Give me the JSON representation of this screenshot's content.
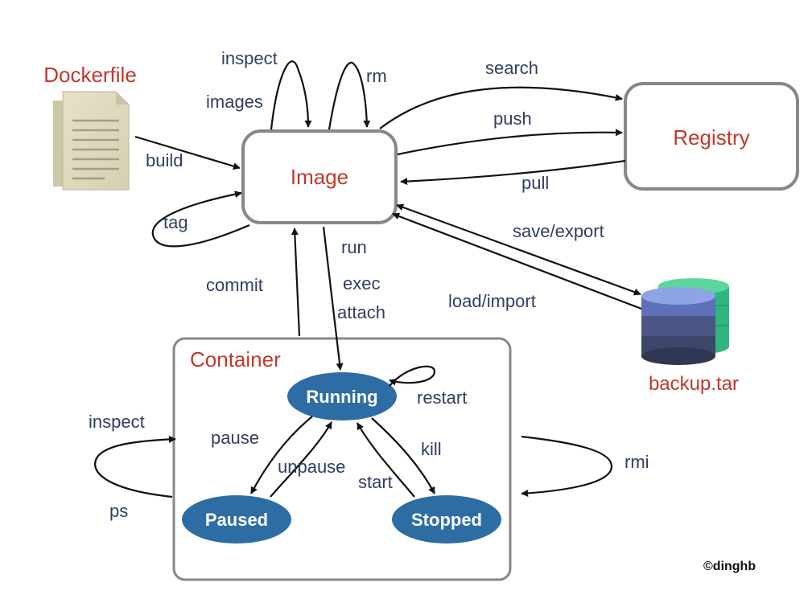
{
  "nodes": {
    "dockerfile": "Dockerfile",
    "image": "Image",
    "registry": "Registry",
    "backup": "backup.tar",
    "container": "Container",
    "running": "Running",
    "paused": "Paused",
    "stopped": "Stopped"
  },
  "edges": {
    "inspect_image": "inspect",
    "images": "images",
    "rm": "rm",
    "search": "search",
    "push": "push",
    "pull": "pull",
    "build": "build",
    "tag": "tag",
    "save_export": "save/export",
    "load_import": "load/import",
    "commit": "commit",
    "run": "run",
    "exec": "exec",
    "attach": "attach",
    "restart": "restart",
    "pause": "pause",
    "unpause": "unpause",
    "start": "start",
    "kill": "kill",
    "inspect_container": "inspect",
    "ps": "ps",
    "rmi": "rmi"
  },
  "credit": "©dinghb",
  "colors": {
    "title_red": "#c0392b",
    "label_navy": "#2f3e63",
    "state_blue": "#2e6da4",
    "box_border": "#888888"
  }
}
